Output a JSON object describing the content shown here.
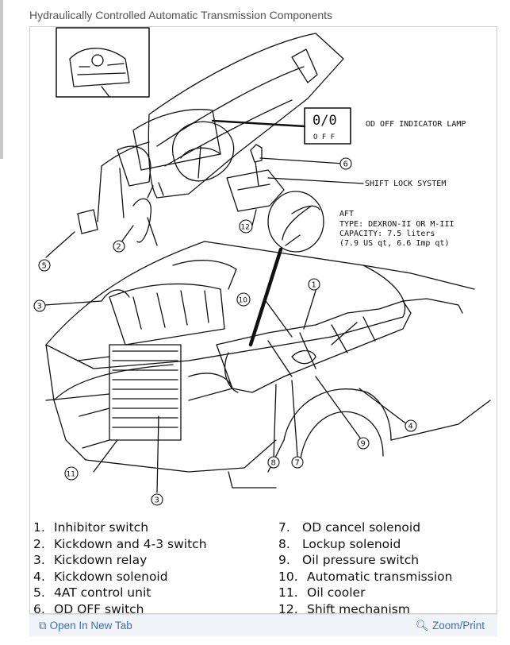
{
  "title": "Hydraulically Controlled Automatic Transmission Components",
  "callouts": {
    "od_off_lamp": "OD OFF INDICATOR LAMP",
    "shift_lock": "SHIFT LOCK SYSTEM",
    "lamp_face_top": "0/0",
    "lamp_face_bottom": "O F F",
    "aft_title": "AFT",
    "aft_type": "TYPE: DEXRON-II OR M-III",
    "aft_capacity": "CAPACITY: 7.5 liters",
    "aft_capacity_units": "(7.9 US qt, 6.6 Imp qt)"
  },
  "markers": [
    "1",
    "2",
    "3",
    "4",
    "5",
    "6",
    "7",
    "8",
    "9",
    "10",
    "11",
    "12"
  ],
  "legend": {
    "left": [
      {
        "num": "1.",
        "label": "Inhibitor switch"
      },
      {
        "num": "2.",
        "label": "Kickdown and 4-3 switch"
      },
      {
        "num": "3.",
        "label": "Kickdown relay"
      },
      {
        "num": "4.",
        "label": "Kickdown solenoid"
      },
      {
        "num": "5.",
        "label": "4AT control unit"
      },
      {
        "num": "6.",
        "label": "OD OFF switch"
      }
    ],
    "right": [
      {
        "num": "7.",
        "label": "OD cancel solenoid"
      },
      {
        "num": "8.",
        "label": "Lockup solenoid"
      },
      {
        "num": "9.",
        "label": "Oil pressure switch"
      },
      {
        "num": "10.",
        "label": "Automatic transmission"
      },
      {
        "num": "11.",
        "label": "Oil cooler"
      },
      {
        "num": "12.",
        "label": "Shift mechanism"
      }
    ]
  },
  "footer": {
    "open_tab_icon": "open-in-new-tab-icon",
    "open_tab": "Open In New Tab",
    "zoom_icon": "zoom-icon",
    "zoom": "Zoom/Print"
  },
  "colors": {
    "link": "#3a6fc4",
    "footer_bg": "#f1f4f8",
    "title": "#555555"
  }
}
